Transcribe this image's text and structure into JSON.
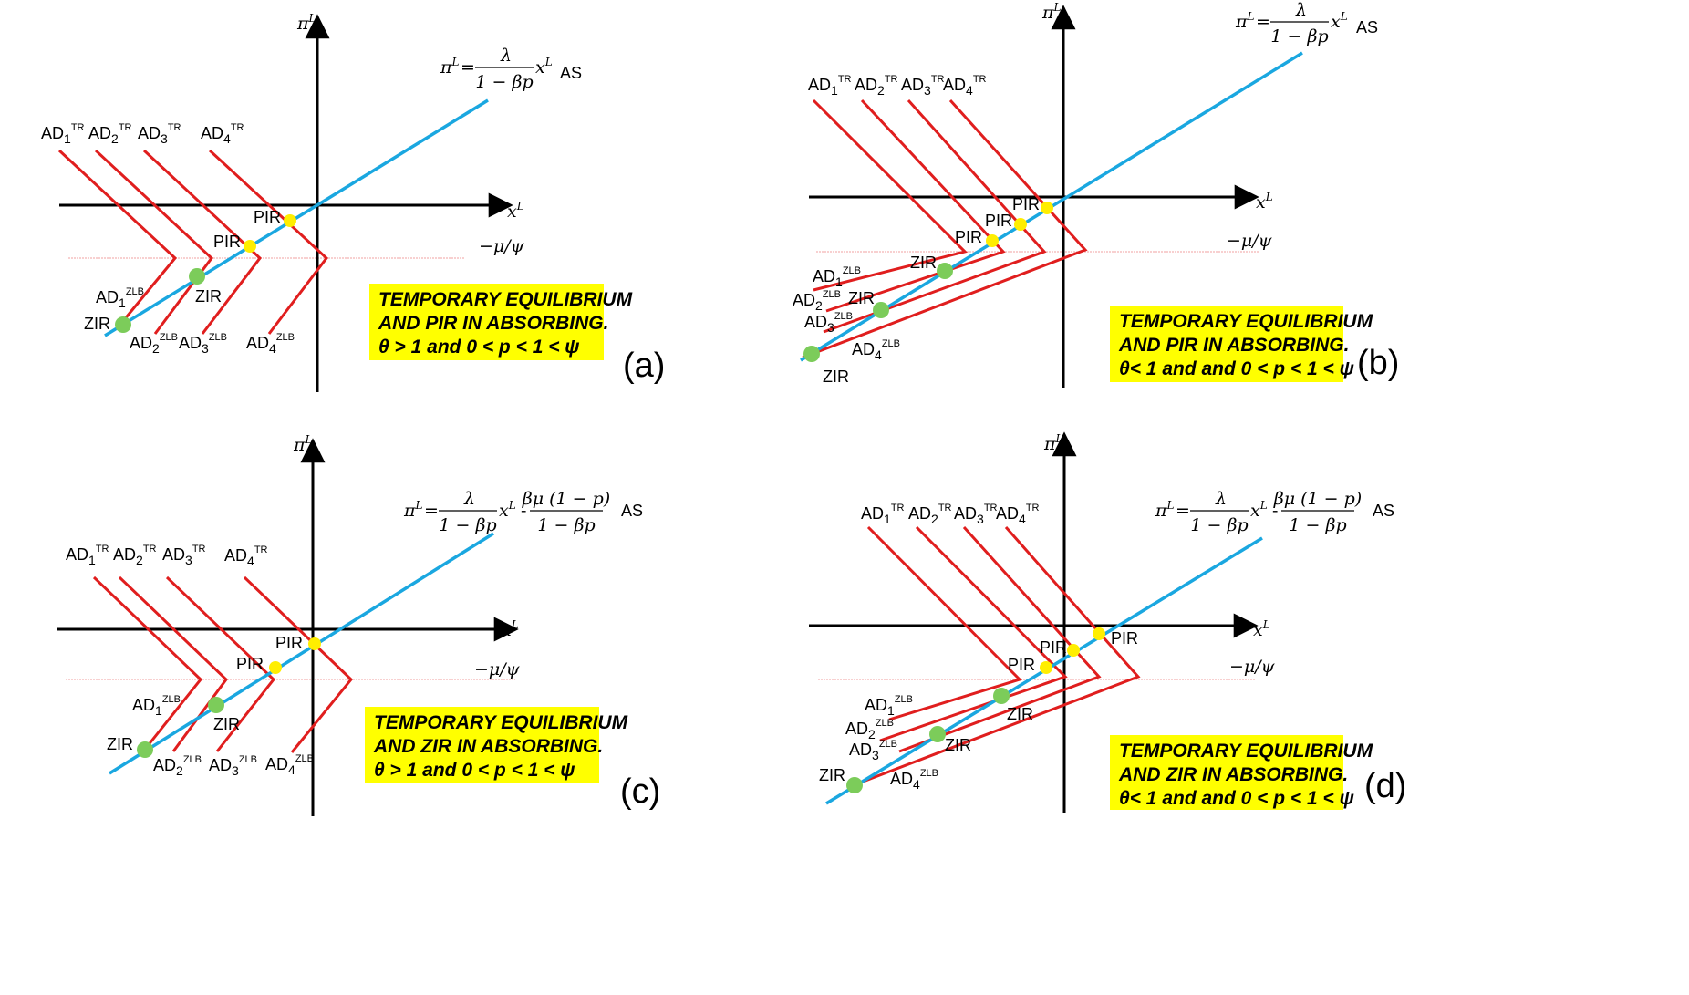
{
  "colors": {
    "axis": "#000000",
    "as_line": "#1aa7e0",
    "ad_line": "#e01e1e",
    "threshold_line": "#f0a0a0",
    "pir_dot": "#ffee00",
    "zir_dot": "#7ccc5a",
    "note_box": "#ffff00"
  },
  "labels": {
    "pi": "π",
    "x": "x",
    "sup_L": "L",
    "pir": "PIR",
    "zir": "ZIR",
    "ad": "AD",
    "sup_tr": "TR",
    "sup_zlb": "ZLB",
    "as": "AS",
    "neg_mu_psi": "−μ/ψ",
    "eq": "=",
    "lambda": "λ",
    "one_minus_bp": "1 − βp",
    "minus_sign": "-",
    "beta_mu": "βμ (1 − p)",
    "sub1": "1",
    "sub2": "2",
    "sub3": "3",
    "sub4": "4"
  },
  "panels": [
    {
      "tag": "(a)",
      "box_line1": "TEMPORARY EQUILIBRIUM",
      "box_line2": "AND PIR IN ABSORBING.",
      "box_line3": "θ > 1 and  0 < p < 1 < ψ"
    },
    {
      "tag": "(b)",
      "box_line1": "TEMPORARY EQUILIBRIUM",
      "box_line2": "AND PIR IN ABSORBING.",
      "box_line3": "θ< 1 and  and  0 < p < 1 < ψ"
    },
    {
      "tag": "(c)",
      "box_line1": "TEMPORARY EQUILIBRIUM",
      "box_line2": "AND ZIR IN ABSORBING.",
      "box_line3": "θ > 1 and  0 < p < 1 < ψ"
    },
    {
      "tag": "(d)",
      "box_line1": "TEMPORARY EQUILIBRIUM",
      "box_line2": "AND ZIR IN ABSORBING.",
      "box_line3": "θ< 1 and  and  0 < p < 1 < ψ"
    }
  ]
}
